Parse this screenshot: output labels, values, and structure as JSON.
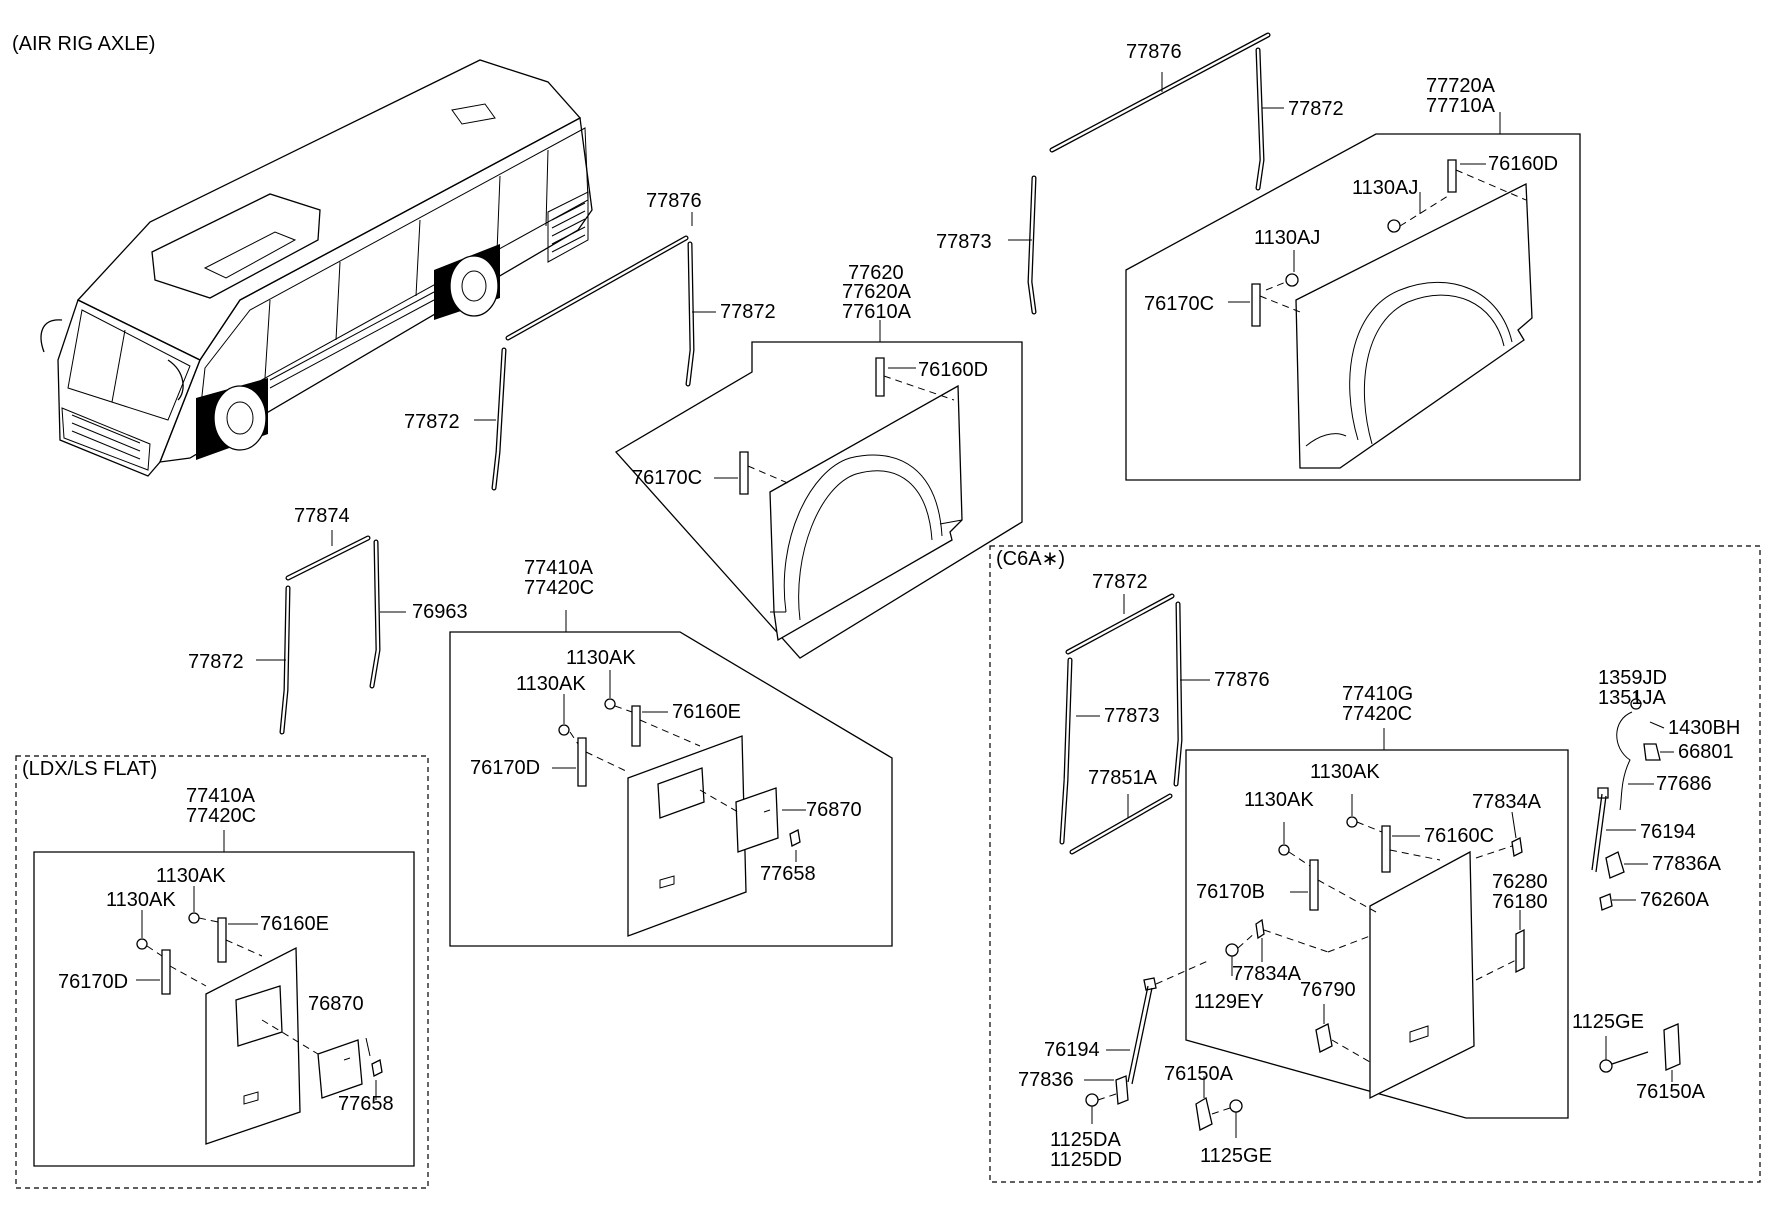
{
  "variants": {
    "air_rig_axle": "(AIR RIG AXLE)",
    "ldx_ls_flat": "(LDX/LS FLAT)",
    "c6a": "(C6A∗)"
  },
  "parts": {
    "p77876_a": "77876",
    "p77872_a": "77872",
    "p77873_a": "77873",
    "p77720A": "77720A",
    "p77710A": "77710A",
    "p76160D_a": "76160D",
    "p1130AJ_a": "1130AJ",
    "p1130AJ_b": "1130AJ",
    "p76170C_a": "76170C",
    "p77876_b": "77876",
    "p77872_b": "77872",
    "p77872_c": "77872",
    "p77620": "77620",
    "p77620A": "77620A",
    "p77610A": "77610A",
    "p76160D_b": "76160D",
    "p76170C_b": "76170C",
    "p77874": "77874",
    "p76963": "76963",
    "p77872_d": "77872",
    "p77410A_a": "77410A",
    "p77420C_a": "77420C",
    "p1130AK_a": "1130AK",
    "p1130AK_b": "1130AK",
    "p76160E_a": "76160E",
    "p76170D_a": "76170D",
    "p76870_a": "76870",
    "p77658_a": "77658",
    "p77410A_b": "77410A",
    "p77420C_b": "77420C",
    "p1130AK_c": "1130AK",
    "p1130AK_d": "1130AK",
    "p76160E_b": "76160E",
    "p76170D_b": "76170D",
    "p76870_b": "76870",
    "p77658_b": "77658",
    "p77872_e": "77872",
    "p77876_c": "77876",
    "p77873_b": "77873",
    "p77851A": "77851A",
    "p77410G": "77410G",
    "p77420C_c": "77420C",
    "p1130AK_e": "1130AK",
    "p1130AK_f": "1130AK",
    "p77834A_a": "77834A",
    "p76160C": "76160C",
    "p76170B": "76170B",
    "p76280": "76280",
    "p76180": "76180",
    "p77834A_b": "77834A",
    "p1129EY": "1129EY",
    "p76790": "76790",
    "p76194_a": "76194",
    "p77836": "77836",
    "p76150A_a": "76150A",
    "p1125DA": "1125DA",
    "p1125DD": "1125DD",
    "p1125GE_a": "1125GE",
    "p1359JD": "1359JD",
    "p1351JA": "1351JA",
    "p1430BH": "1430BH",
    "p66801": "66801",
    "p77686": "77686",
    "p76194_b": "76194",
    "p77836A": "77836A",
    "p76260A": "76260A",
    "p1125GE_b": "1125GE",
    "p76150A_b": "76150A"
  }
}
